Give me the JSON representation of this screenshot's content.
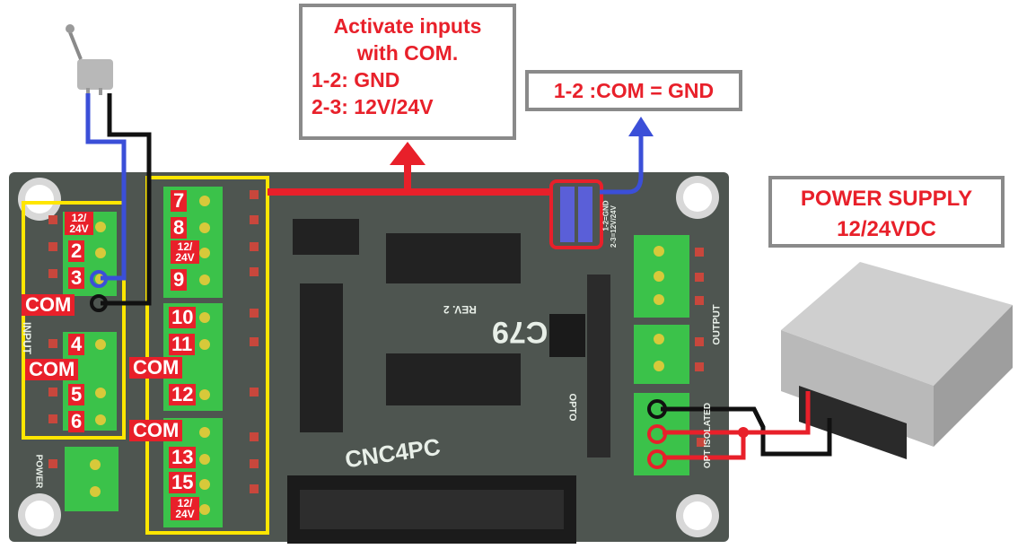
{
  "callouts": {
    "main": {
      "title_1": "Activate inputs",
      "title_2": "with COM.",
      "line_1": "1-2: GND",
      "line_2": "2-3: 12V/24V"
    },
    "com_gnd": "1-2 :COM = GND",
    "power_supply": {
      "line_1": "POWER SUPPLY",
      "line_2": "12/24VDC"
    }
  },
  "terminal_labels": {
    "left_top": {
      "v12_24": "12/ 24V",
      "pin2": "2",
      "pin3": "3"
    },
    "left_mid": {
      "pin4": "4",
      "pin5": "5",
      "pin6": "6"
    },
    "mid_top": {
      "pin7": "7",
      "pin8": "8",
      "v12_24": "12/ 24V",
      "pin9": "9"
    },
    "mid_mid": {
      "pin10": "10",
      "pin11": "11",
      "pin12": "12"
    },
    "mid_bot": {
      "pin13": "13",
      "pin15": "15",
      "v12_24": "12/ 24V"
    }
  },
  "com_labels": {
    "com_1": "COM",
    "com_2": "COM",
    "com_3": "COM",
    "com_4": "COM"
  },
  "silkscreen": {
    "brand": "CNC4PC",
    "model": "C79",
    "rev": "REV. 2",
    "chip": "OPTO",
    "input": "INPUT",
    "output": "OUTPUT",
    "power": "POWER",
    "opt_isolated": "OPT ISOLATED",
    "jumper_1": "1-2=GND",
    "jumper_2": "2-3=12V/24V"
  },
  "colors": {
    "board": "#4e5550",
    "terminal": "#3bc24a",
    "callout_text": "#e8202a",
    "highlight_yellow": "#ffe600",
    "highlight_red": "#e8202a",
    "wire_blue": "#3b4fd8",
    "wire_black": "#111111"
  }
}
